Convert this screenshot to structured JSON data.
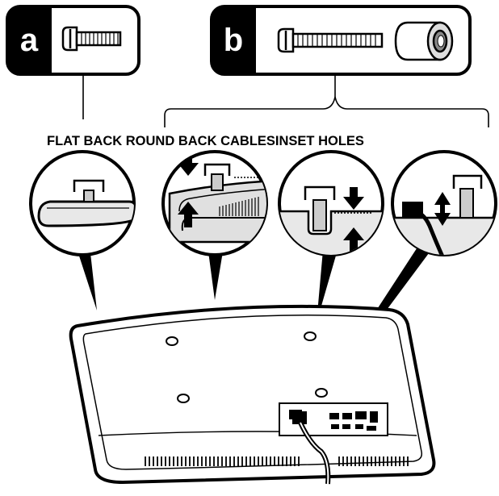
{
  "hardware": {
    "a": {
      "label": "a",
      "items": [
        "screw-short"
      ]
    },
    "b": {
      "label": "b",
      "items": [
        "screw-long",
        "spacer"
      ]
    }
  },
  "caption": "FLAT BACK ROUND BACK CABLESINSET HOLES",
  "callouts": [
    {
      "id": "flat-back",
      "icon": "flat-back-detail"
    },
    {
      "id": "round-back",
      "icon": "round-back-detail"
    },
    {
      "id": "inset-holes",
      "icon": "inset-holes-detail"
    },
    {
      "id": "cables",
      "icon": "cables-detail"
    }
  ],
  "colors": {
    "ink": "#000000",
    "paper": "#ffffff",
    "fill": "#e8e8e8"
  }
}
